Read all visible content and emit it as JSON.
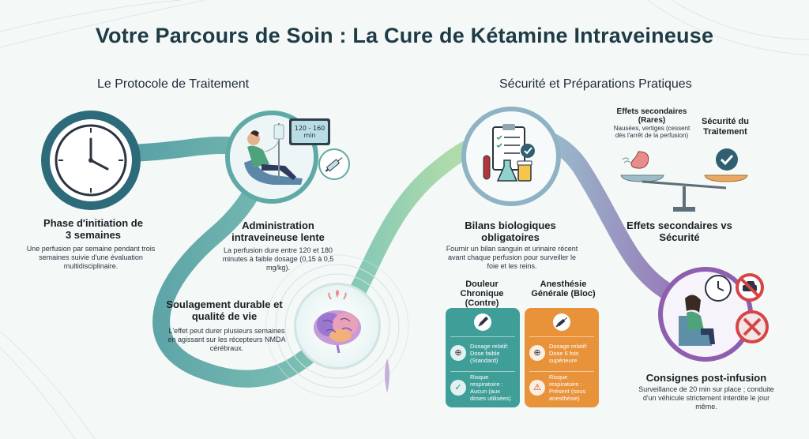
{
  "title": "Votre Parcours de Soin : La Cure de Kétamine Intraveineuse",
  "left_section": {
    "heading": "Le Protocole de Traitement",
    "steps": [
      {
        "title": "Phase d'initiation de 3 semaines",
        "description": "Une perfusion par semaine pendant trois semaines suivie d'une évaluation multidisciplinaire.",
        "icon": "clock-icon"
      },
      {
        "title": "Administration intraveineuse lente",
        "description": "La perfusion dure entre 120 et 180 minutes à faible dosage (0,15 à 0,5 mg/kg).",
        "icon": "patient-infusion-icon",
        "monitor_text": "120 - 160 min"
      },
      {
        "title": "Soulagement durable et qualité de vie",
        "description": "L'effet peut durer plusieurs semaines en agissant sur les récepteurs NMDA cérébraux.",
        "icon": "brain-icon"
      }
    ]
  },
  "right_section": {
    "heading": "Sécurité et Préparations Pratiques",
    "lab": {
      "title": "Bilans biologiques obligatoires",
      "description": "Fournir un bilan sanguin et urinaire récent avant chaque perfusion pour surveiller le foie et les reins.",
      "icon": "lab-tests-icon"
    },
    "balance": {
      "side_effects_label": "Effets secondaires (Rares)",
      "side_effects_desc": "Nausées, vertiges (cessent dès l'arrêt de la perfusion)",
      "safety_label": "Sécurité du Traitement",
      "title": "Effets secondaires vs Sécurité",
      "icon": "scale-icon"
    },
    "comparison": {
      "left": {
        "title": "Douleur Chronique (Contre)",
        "dose": "Dosage relatif: Dose faible (Standard)",
        "risk": "Risque respiratoire : Aucun (aux doses utilisées)",
        "color": "#3f9e98"
      },
      "right": {
        "title": "Anesthésie Générale (Bloc)",
        "dose": "Dosage relatif: Dose 6 fois supérieure",
        "risk": "Risque respiratoire : Présent (sous anesthésie)",
        "color": "#e8923a"
      }
    },
    "post": {
      "title": "Consignes post-infusion",
      "description": "Surveillance de 20 min sur place ; conduite d'un véhicule strictement interdite le jour même.",
      "icon": "patient-resting-icon"
    }
  },
  "colors": {
    "path_teal": "#5fb3a8",
    "path_purple": "#8e6bb0",
    "title": "#1f3b46",
    "clock_ring": "#2d6b7a"
  }
}
